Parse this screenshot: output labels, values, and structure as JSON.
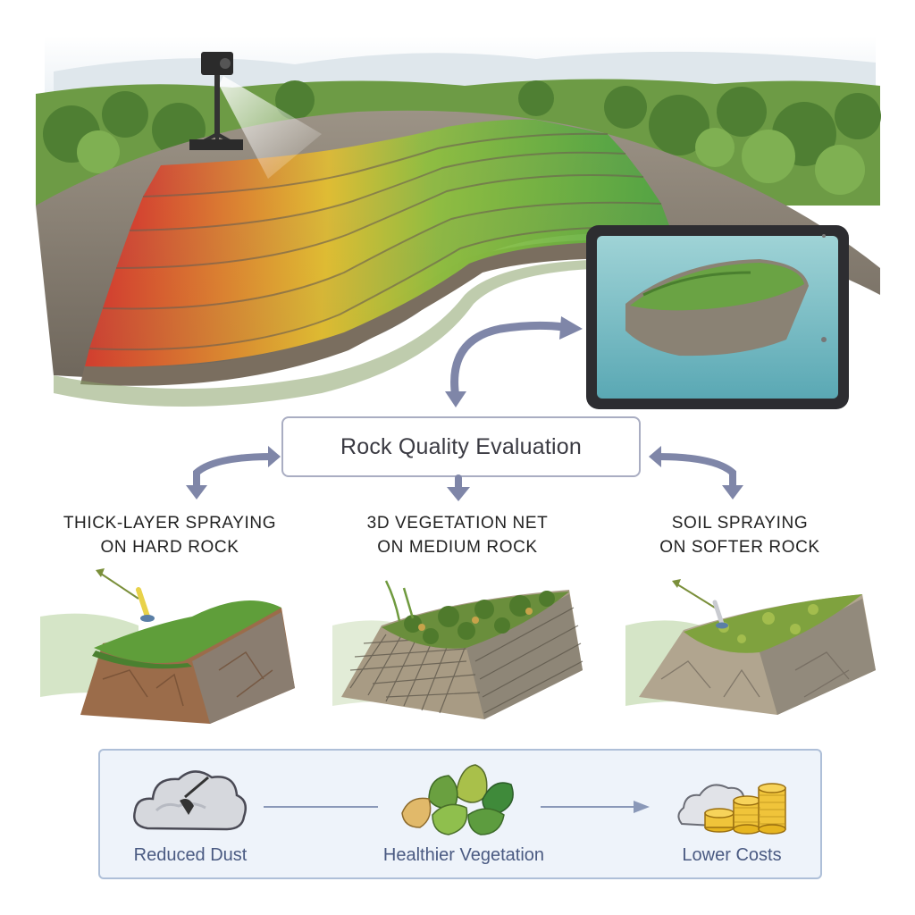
{
  "center": {
    "title": "Rock Quality Evaluation"
  },
  "methods": [
    {
      "line1": "THICK-LAYER SPRAYING",
      "line2": "ON HARD ROCK",
      "icon": "spray-nozzle-icon"
    },
    {
      "line1": "3D VEGETATION NET",
      "line2": "ON MEDIUM ROCK",
      "icon": "vegetation-net-icon"
    },
    {
      "line1": "SOIL SPRAYING",
      "line2": "ON SOFTER ROCK",
      "icon": "spray-nozzle-icon"
    }
  ],
  "benefits": [
    {
      "label": "Reduced Dust",
      "icon": "dust-cloud-icon"
    },
    {
      "label": "Healthier Vegetation",
      "icon": "leaves-icon"
    },
    {
      "label": "Lower Costs",
      "icon": "coins-icon"
    }
  ],
  "colors": {
    "hard_rock_zone": "#d93a2b",
    "medium_rock_zone": "#e6c12e",
    "soft_rock_zone": "#5bb043",
    "arrow": "#7f86a8",
    "panel_border": "#aebfd8",
    "panel_fill": "#eef3fa",
    "benefit_text": "#4a5a82"
  }
}
